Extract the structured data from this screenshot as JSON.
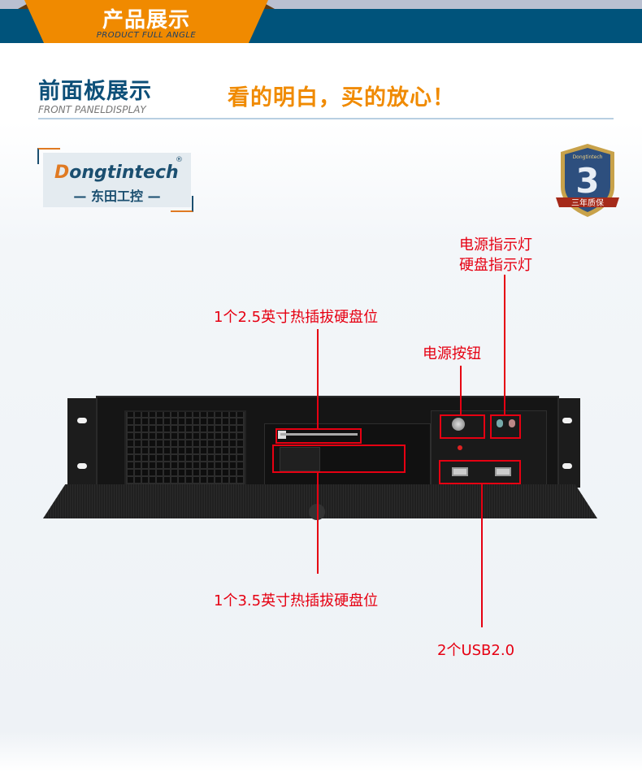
{
  "banner": {
    "title": "产品展示",
    "subtitle": "PRODUCT FULL ANGLE",
    "colors": {
      "band": "#00537b",
      "accent": "#f08a00"
    }
  },
  "section": {
    "title": "前面板展示",
    "subtitle": "FRONT PANELDISPLAY",
    "slogan": "看的明白，买的放心！"
  },
  "logo": {
    "brand_initial": "D",
    "brand_rest": "ongtintech",
    "registered": "®",
    "chinese": "— 东田工控 —"
  },
  "badge": {
    "number": "3",
    "brand": "Dongtintech",
    "text": "三年质保"
  },
  "callouts": {
    "power_led": "电源指示灯",
    "hdd_led": "硬盘指示灯",
    "bay_25": "1个2.5英寸热插拔硬盘位",
    "power_button": "电源按钮",
    "bay_35": "1个3.5英寸热插拔硬盘位",
    "usb": "2个USB2.0",
    "color": "#e60012"
  }
}
